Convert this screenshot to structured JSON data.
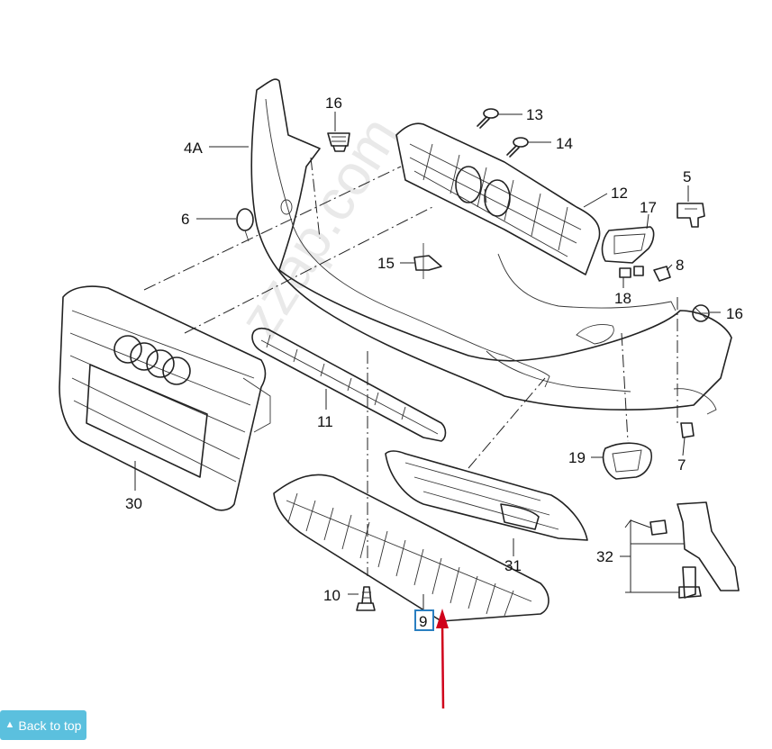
{
  "callouts": {
    "c4a": "4A",
    "c16a": "16",
    "c13": "13",
    "c14": "14",
    "c12": "12",
    "c5": "5",
    "c17": "17",
    "c8": "8",
    "c18": "18",
    "c16b": "16",
    "c6": "6",
    "c15": "15",
    "c11": "11",
    "c30": "30",
    "c7": "7",
    "c19": "19",
    "c31": "31",
    "c32": "32",
    "c10": "10",
    "c9": "9"
  },
  "watermark": "zzap.com",
  "highlight_color": "#2a7fc1",
  "arrow_color": "#d0021b",
  "back_to_top": {
    "label": "Back to top",
    "icon": "caret-up-icon",
    "color": "#5bc0de"
  }
}
